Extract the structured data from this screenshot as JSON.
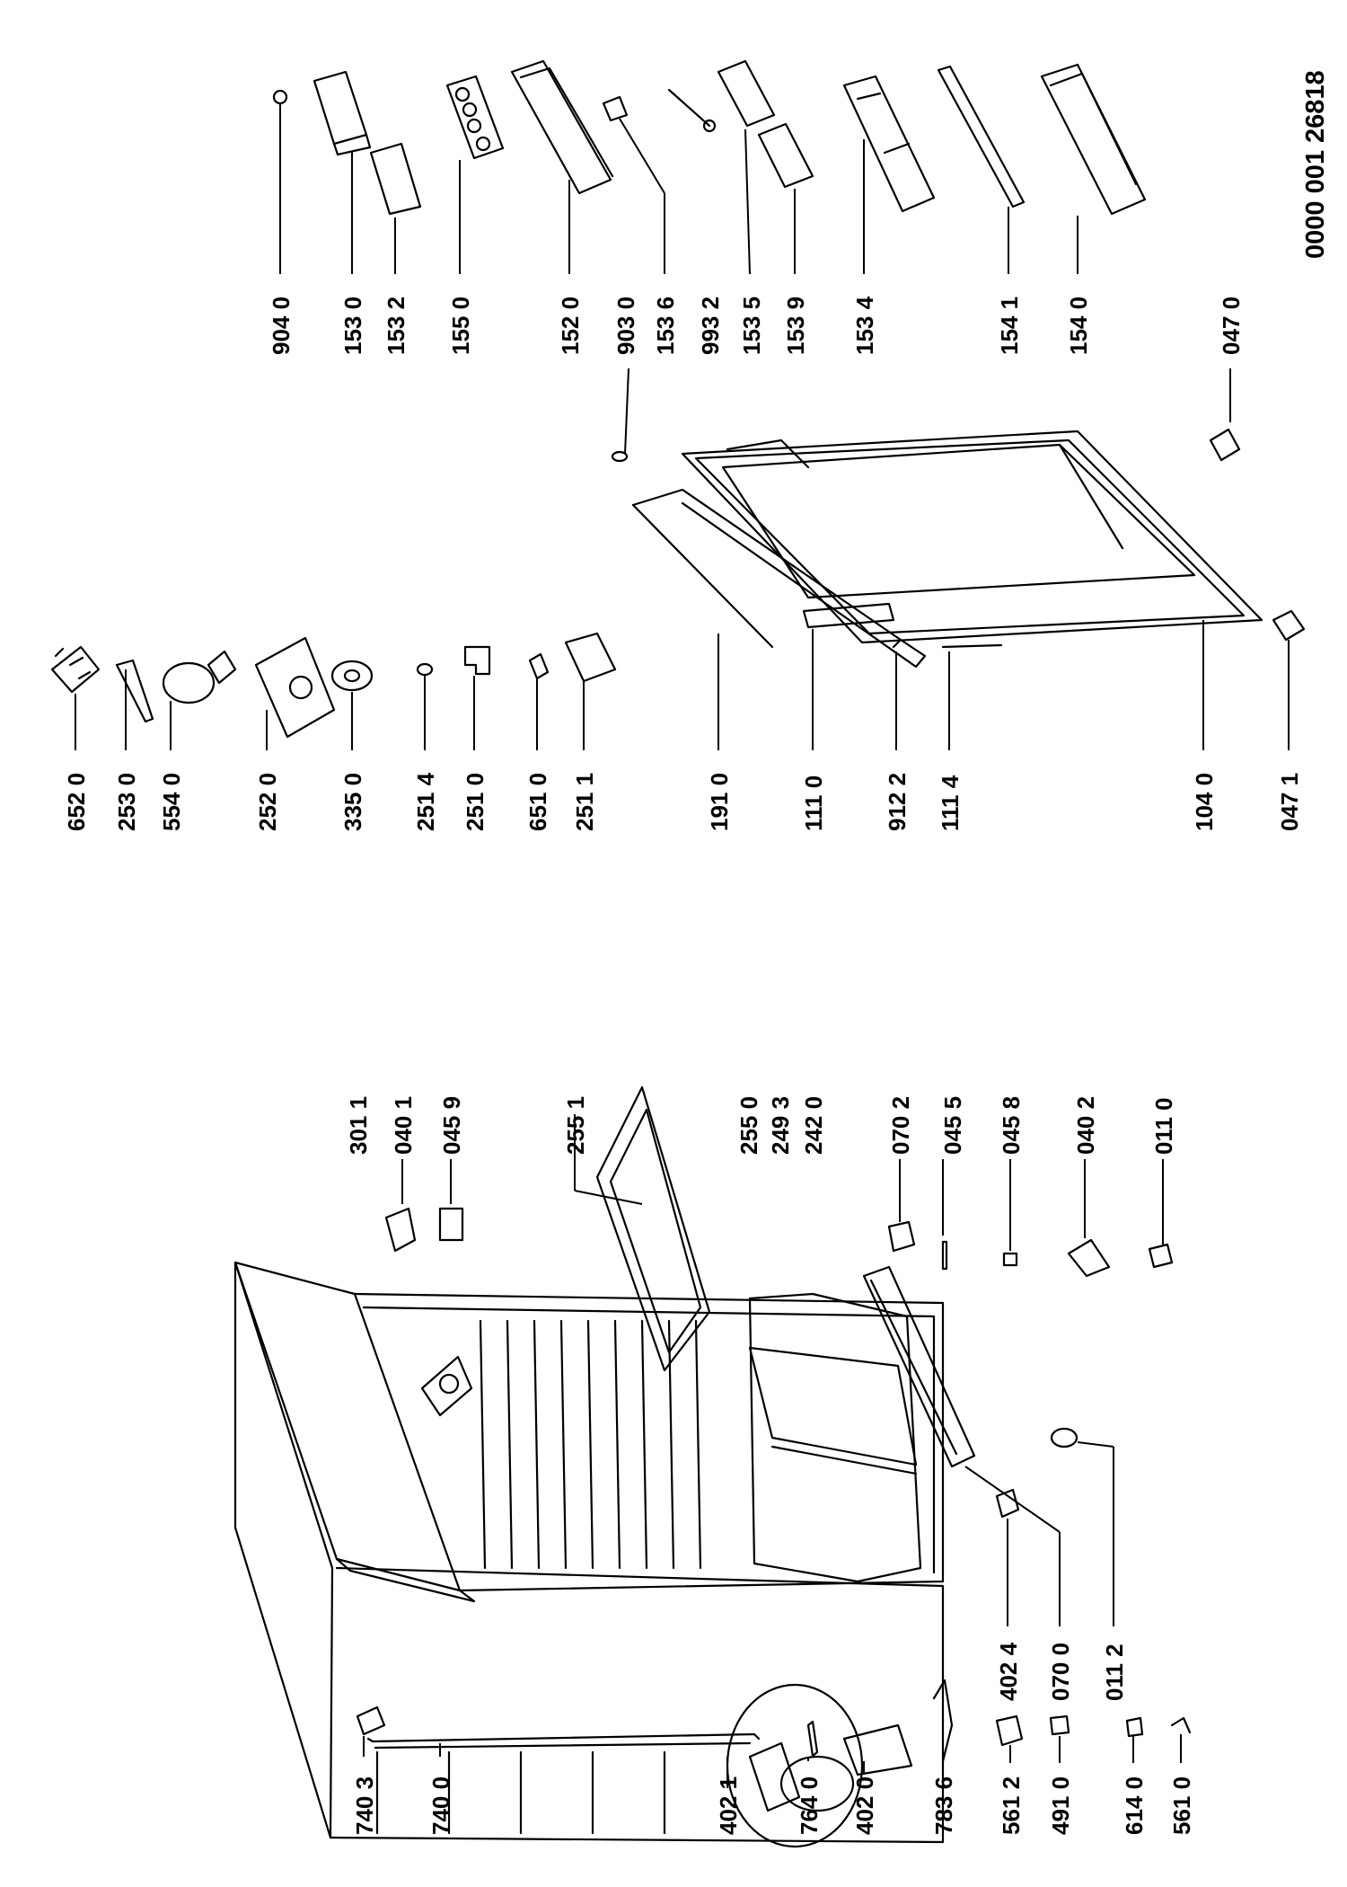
{
  "document_id": "0000 001 26818",
  "labels": [
    {
      "id": "p9040",
      "text": "904 0"
    },
    {
      "id": "p1530",
      "text": "153 0"
    },
    {
      "id": "p1532",
      "text": "153 2"
    },
    {
      "id": "p1550",
      "text": "155 0"
    },
    {
      "id": "p1520",
      "text": "152 0"
    },
    {
      "id": "p9030",
      "text": "903 0"
    },
    {
      "id": "p1536",
      "text": "153 6"
    },
    {
      "id": "p9932",
      "text": "993 2"
    },
    {
      "id": "p1535",
      "text": "153 5"
    },
    {
      "id": "p1539",
      "text": "153 9"
    },
    {
      "id": "p1534",
      "text": "153 4"
    },
    {
      "id": "p1541",
      "text": "154 1"
    },
    {
      "id": "p1540",
      "text": "154 0"
    },
    {
      "id": "p0470",
      "text": "047 0"
    },
    {
      "id": "p6520",
      "text": "652 0"
    },
    {
      "id": "p2530",
      "text": "253 0"
    },
    {
      "id": "p5540",
      "text": "554 0"
    },
    {
      "id": "p2520",
      "text": "252 0"
    },
    {
      "id": "p3350",
      "text": "335 0"
    },
    {
      "id": "p2514",
      "text": "251 4"
    },
    {
      "id": "p2510",
      "text": "251 0"
    },
    {
      "id": "p6510",
      "text": "651 0"
    },
    {
      "id": "p2511",
      "text": "251 1"
    },
    {
      "id": "p1910",
      "text": "191 0"
    },
    {
      "id": "p1110",
      "text": "111 0"
    },
    {
      "id": "p9122",
      "text": "912 2"
    },
    {
      "id": "p1114",
      "text": "111 4"
    },
    {
      "id": "p1040",
      "text": "104 0"
    },
    {
      "id": "p0471",
      "text": "047 1"
    },
    {
      "id": "p3011",
      "text": "301  1"
    },
    {
      "id": "p0401",
      "text": "040 1"
    },
    {
      "id": "p0459",
      "text": "045 9"
    },
    {
      "id": "p2551",
      "text": "255 1"
    },
    {
      "id": "p2550",
      "text": "255 0"
    },
    {
      "id": "p2493",
      "text": "249 3"
    },
    {
      "id": "p2420",
      "text": "242 0"
    },
    {
      "id": "p0702",
      "text": "070 2"
    },
    {
      "id": "p0455",
      "text": "045 5"
    },
    {
      "id": "p0458",
      "text": "045 8"
    },
    {
      "id": "p0402",
      "text": "040 2"
    },
    {
      "id": "p0110",
      "text": "011 0"
    },
    {
      "id": "p4024",
      "text": "402 4"
    },
    {
      "id": "p0700",
      "text": "070 0"
    },
    {
      "id": "p0112",
      "text": "011 2"
    },
    {
      "id": "p7403",
      "text": "740 3"
    },
    {
      "id": "p7400",
      "text": "740 0"
    },
    {
      "id": "p4021",
      "text": "402 1"
    },
    {
      "id": "p7640",
      "text": "764 0"
    },
    {
      "id": "p4020",
      "text": "402 0"
    },
    {
      "id": "p7836",
      "text": "783 6"
    },
    {
      "id": "p5612",
      "text": "561 2"
    },
    {
      "id": "p4910",
      "text": "491 0"
    },
    {
      "id": "p6140",
      "text": "614 0"
    },
    {
      "id": "p5610",
      "text": "561 0"
    }
  ]
}
